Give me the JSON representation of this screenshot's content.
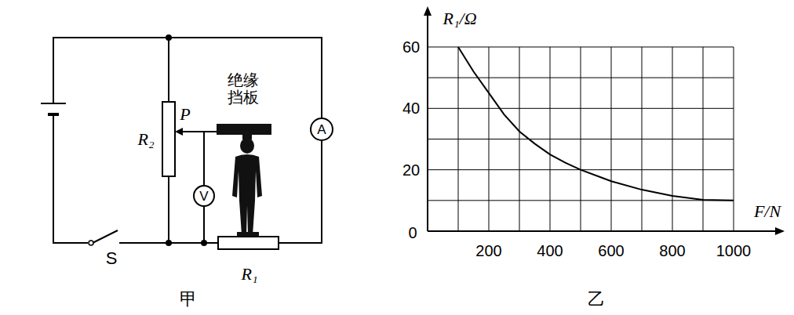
{
  "diagram": {
    "nodes": [
      {
        "text": [
          "A"
        ]
      },
      {
        "text": [
          "V"
        ]
      }
    ],
    "labels": [
      "绝缘 挡板",
      "P",
      "R₂",
      "S",
      "R₁",
      "甲",
      "R₁/Ω",
      "F/N",
      "60",
      "40",
      "20",
      "0",
      "200",
      "400",
      "600",
      "800",
      "1000",
      "乙"
    ]
  }
}
